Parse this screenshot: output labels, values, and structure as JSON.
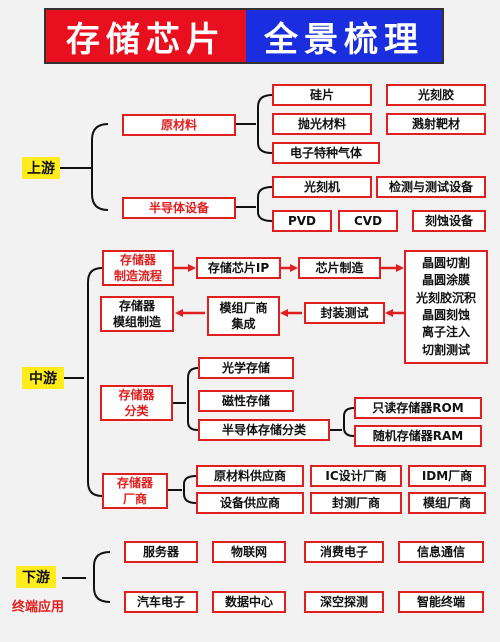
{
  "title": {
    "left": "存储芯片",
    "right": "全景梳理"
  },
  "upstream": {
    "label": "上游",
    "raw_materials": {
      "label": "原材料",
      "items": [
        "硅片",
        "光刻胶",
        "抛光材料",
        "溅射靶材",
        "电子特种气体"
      ]
    },
    "equipment": {
      "label": "半导体设备",
      "items": [
        "光刻机",
        "检测与测试设备",
        "PVD",
        "CVD",
        "刻蚀设备"
      ]
    }
  },
  "midstream": {
    "label": "中游",
    "process": {
      "label": "存储器\n制造流程",
      "steps": [
        "存储芯片IP",
        "芯片制造"
      ],
      "wafer_steps": "晶圆切割\n晶圆涂膜\n光刻胶沉积\n晶圆刻蚀\n离子注入\n切割测试"
    },
    "module": {
      "label": "存储器\n模组制造",
      "oem": "模组厂商\n集成",
      "packaging": "封装测试"
    },
    "classification": {
      "label": "存储器\n分类",
      "items": [
        "光学存储",
        "磁性存储",
        "半导体存储分类"
      ],
      "semi_items": [
        "只读存储器ROM",
        "随机存储器RAM"
      ]
    },
    "vendors": {
      "label": "存储器\n厂商",
      "items": [
        "原材料供应商",
        "IC设计厂商",
        "IDM厂商",
        "设备供应商",
        "封测厂商",
        "模组厂商"
      ]
    }
  },
  "downstream": {
    "label": "下游",
    "sublabel": "终端应用",
    "items": [
      "服务器",
      "物联网",
      "消费电子",
      "信息通信",
      "汽车电子",
      "数据中心",
      "深空探测",
      "智能终端"
    ]
  },
  "colors": {
    "red": "#e02020",
    "blue": "#1a2ee0",
    "yellow": "#ffec1a"
  }
}
